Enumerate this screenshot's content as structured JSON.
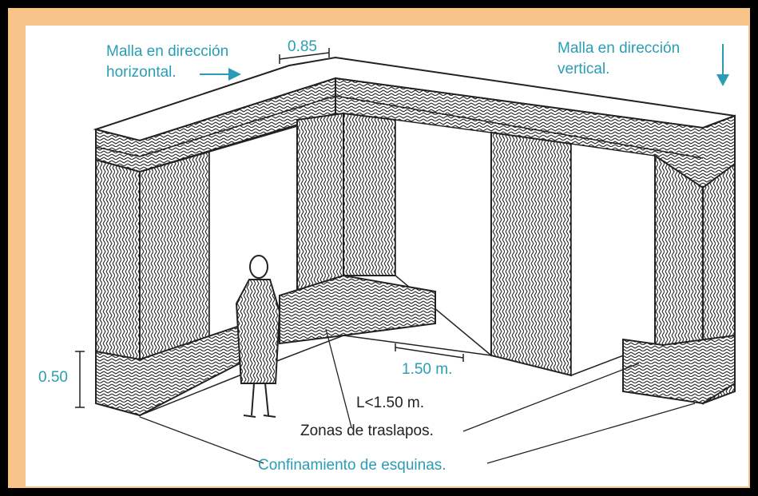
{
  "labels": {
    "mesh_horizontal_line1": "Malla en dirección",
    "mesh_horizontal_line2": "horizontal.",
    "mesh_vertical_line1": "Malla en dirección",
    "mesh_vertical_line2": "vertical.",
    "top_dimension": "0.85",
    "left_dimension": "0.50",
    "floor_dimension": "1.50 m.",
    "overlap_length": "L<1.50 m.",
    "overlap_zones": "Zonas de traslapos.",
    "corner_confinement": "Confinamiento de esquinas."
  },
  "colors": {
    "frame_outer": "#000000",
    "frame_inner": "#f7c58a",
    "label_blue": "#2a9db5",
    "ink": "#222222"
  },
  "icons": {
    "arrow_right": "arrow-right-icon",
    "arrow_down": "arrow-down-icon"
  }
}
